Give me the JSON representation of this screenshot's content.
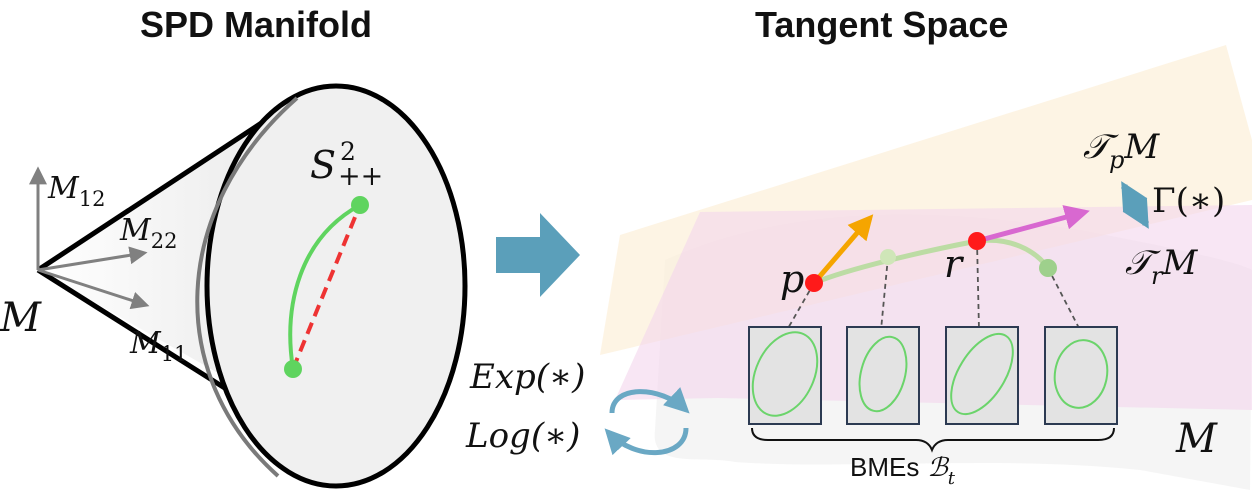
{
  "titles": {
    "left": "SPD Manifold",
    "right": "Tangent Space"
  },
  "left_panel": {
    "manifold_label": "S",
    "manifold_sup": "2",
    "manifold_sub": "++",
    "point_label": "M",
    "axes": [
      {
        "base": "M",
        "sub": "12"
      },
      {
        "base": "M",
        "sub": "22"
      },
      {
        "base": "M",
        "sub": "11"
      }
    ]
  },
  "right_panel": {
    "points": [
      {
        "label": "p",
        "color": "#ff1a1a"
      },
      {
        "label": "r",
        "color": "#ff1a1a"
      }
    ],
    "tangent_p": {
      "base": "𝒯",
      "sub": "p",
      "tail": "M"
    },
    "tangent_r": {
      "base": "𝒯",
      "sub": "r",
      "tail": "M"
    },
    "transport": "Γ(∗)",
    "manifold_label": "M",
    "exp_label": "Exp(∗)",
    "log_label": "Log(∗)",
    "bracket_label": "BMEs",
    "bracket_symbol": "ℬ",
    "bracket_sub": "t"
  },
  "colors": {
    "geodesic": "#5fd45f",
    "secant": "#ee3333",
    "arrow_big": "#5b9fba",
    "arrow_p": "#f5a500",
    "arrow_r": "#d868d0",
    "plane_p": "#fcefd9",
    "plane_r": "#f3d6ec"
  }
}
